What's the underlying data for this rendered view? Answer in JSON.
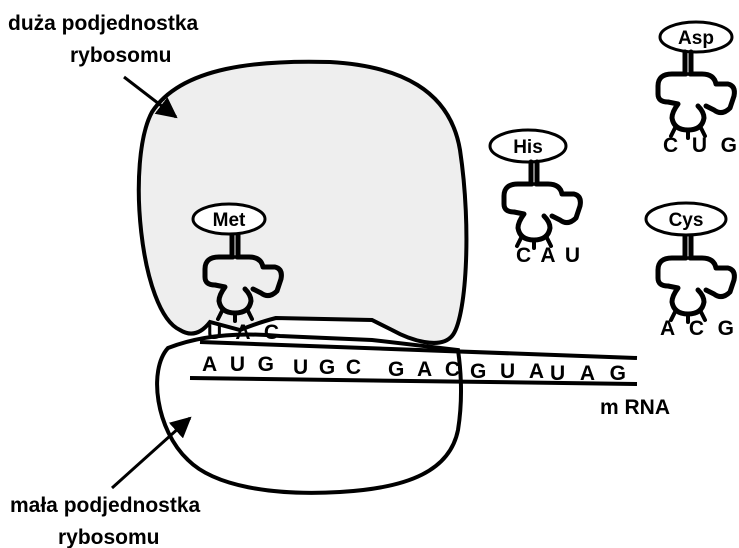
{
  "labels": {
    "large_subunit": [
      "duża podjednostka",
      "rybosomu"
    ],
    "small_subunit": [
      "mała podjednostka",
      "rybosomu"
    ],
    "mrna": "m RNA"
  },
  "mrna_codons": [
    "AUG",
    "UGC",
    "GAC",
    "GUA",
    "UAG"
  ],
  "trnas": [
    {
      "amino_acid": "Met",
      "anticodon": "UAC"
    },
    {
      "amino_acid": "His",
      "anticodon": "CAU"
    },
    {
      "amino_acid": "Asp",
      "anticodon": "CUG"
    },
    {
      "amino_acid": "Cys",
      "anticodon": "ACG"
    }
  ],
  "colors": {
    "subunit_fill": "#eeeeee",
    "line": "#000000"
  }
}
